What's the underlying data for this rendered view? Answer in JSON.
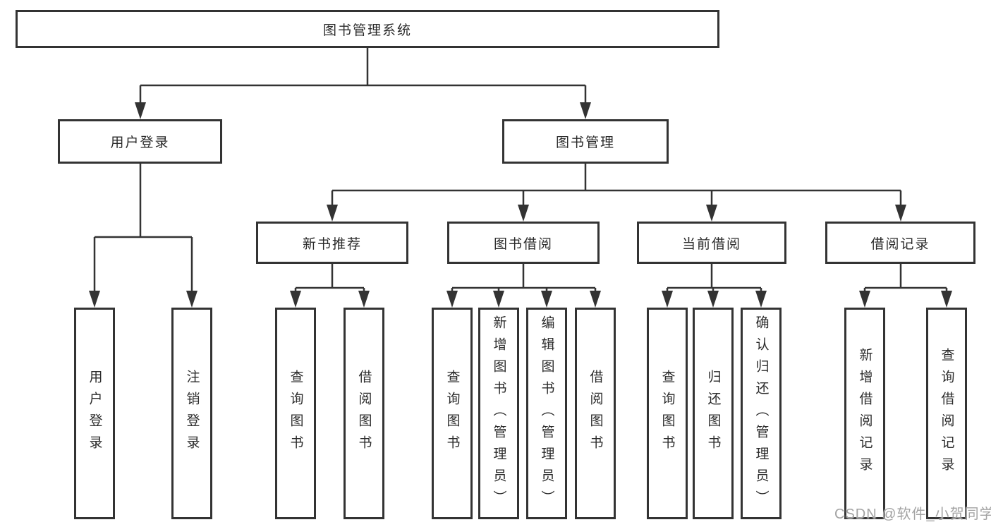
{
  "diagram": {
    "title": "图书管理系统",
    "branches": [
      {
        "label": "用户登录",
        "children": [
          "用户登录",
          "注销登录"
        ]
      },
      {
        "label": "图书管理",
        "modules": [
          {
            "label": "新书推荐",
            "children": [
              "查询图书",
              "借阅图书"
            ]
          },
          {
            "label": "图书借阅",
            "children": [
              "查询图书",
              "新增图书（管理员）",
              "编辑图书（管理员）",
              "借阅图书"
            ]
          },
          {
            "label": "当前借阅",
            "children": [
              "查询图书",
              "归还图书",
              "确认归还（管理员）"
            ]
          },
          {
            "label": "借阅记录",
            "children": [
              "新增借阅记录",
              "查询借阅记录"
            ]
          }
        ]
      }
    ]
  },
  "watermark": "CSDN @软件_小贺同学",
  "colors": {
    "line": "#333333",
    "box_border": "#333333",
    "text": "#2b2b2b",
    "watermark": "#a3a3a3"
  }
}
